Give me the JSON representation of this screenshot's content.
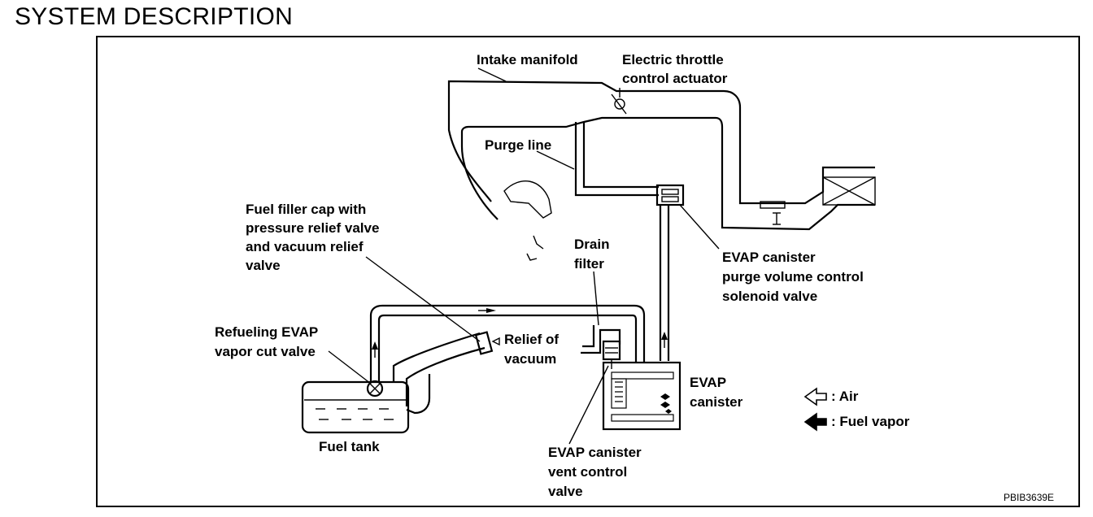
{
  "page_title": "SYSTEM DESCRIPTION",
  "labels": {
    "intake_manifold": "Intake manifold",
    "throttle": [
      "Electric throttle",
      "control actuator"
    ],
    "purge_line": "Purge line",
    "filler_cap": [
      "Fuel filler cap with",
      "pressure relief valve",
      "and vacuum relief",
      "valve"
    ],
    "drain_filter": [
      "Drain",
      "filter"
    ],
    "purge_valve": [
      "EVAP canister",
      "purge volume control",
      "solenoid valve"
    ],
    "refuel_valve": [
      "Refueling EVAP",
      "vapor cut valve"
    ],
    "relief_vacuum": [
      "Relief of",
      "vacuum"
    ],
    "canister": [
      "EVAP",
      "canister"
    ],
    "fuel_tank": "Fuel tank",
    "vent_valve": [
      "EVAP canister",
      "vent control",
      "valve"
    ]
  },
  "legend": {
    "air": ": Air",
    "fuel_vapor": ": Fuel vapor"
  },
  "figure_code": "PBIB3639E"
}
